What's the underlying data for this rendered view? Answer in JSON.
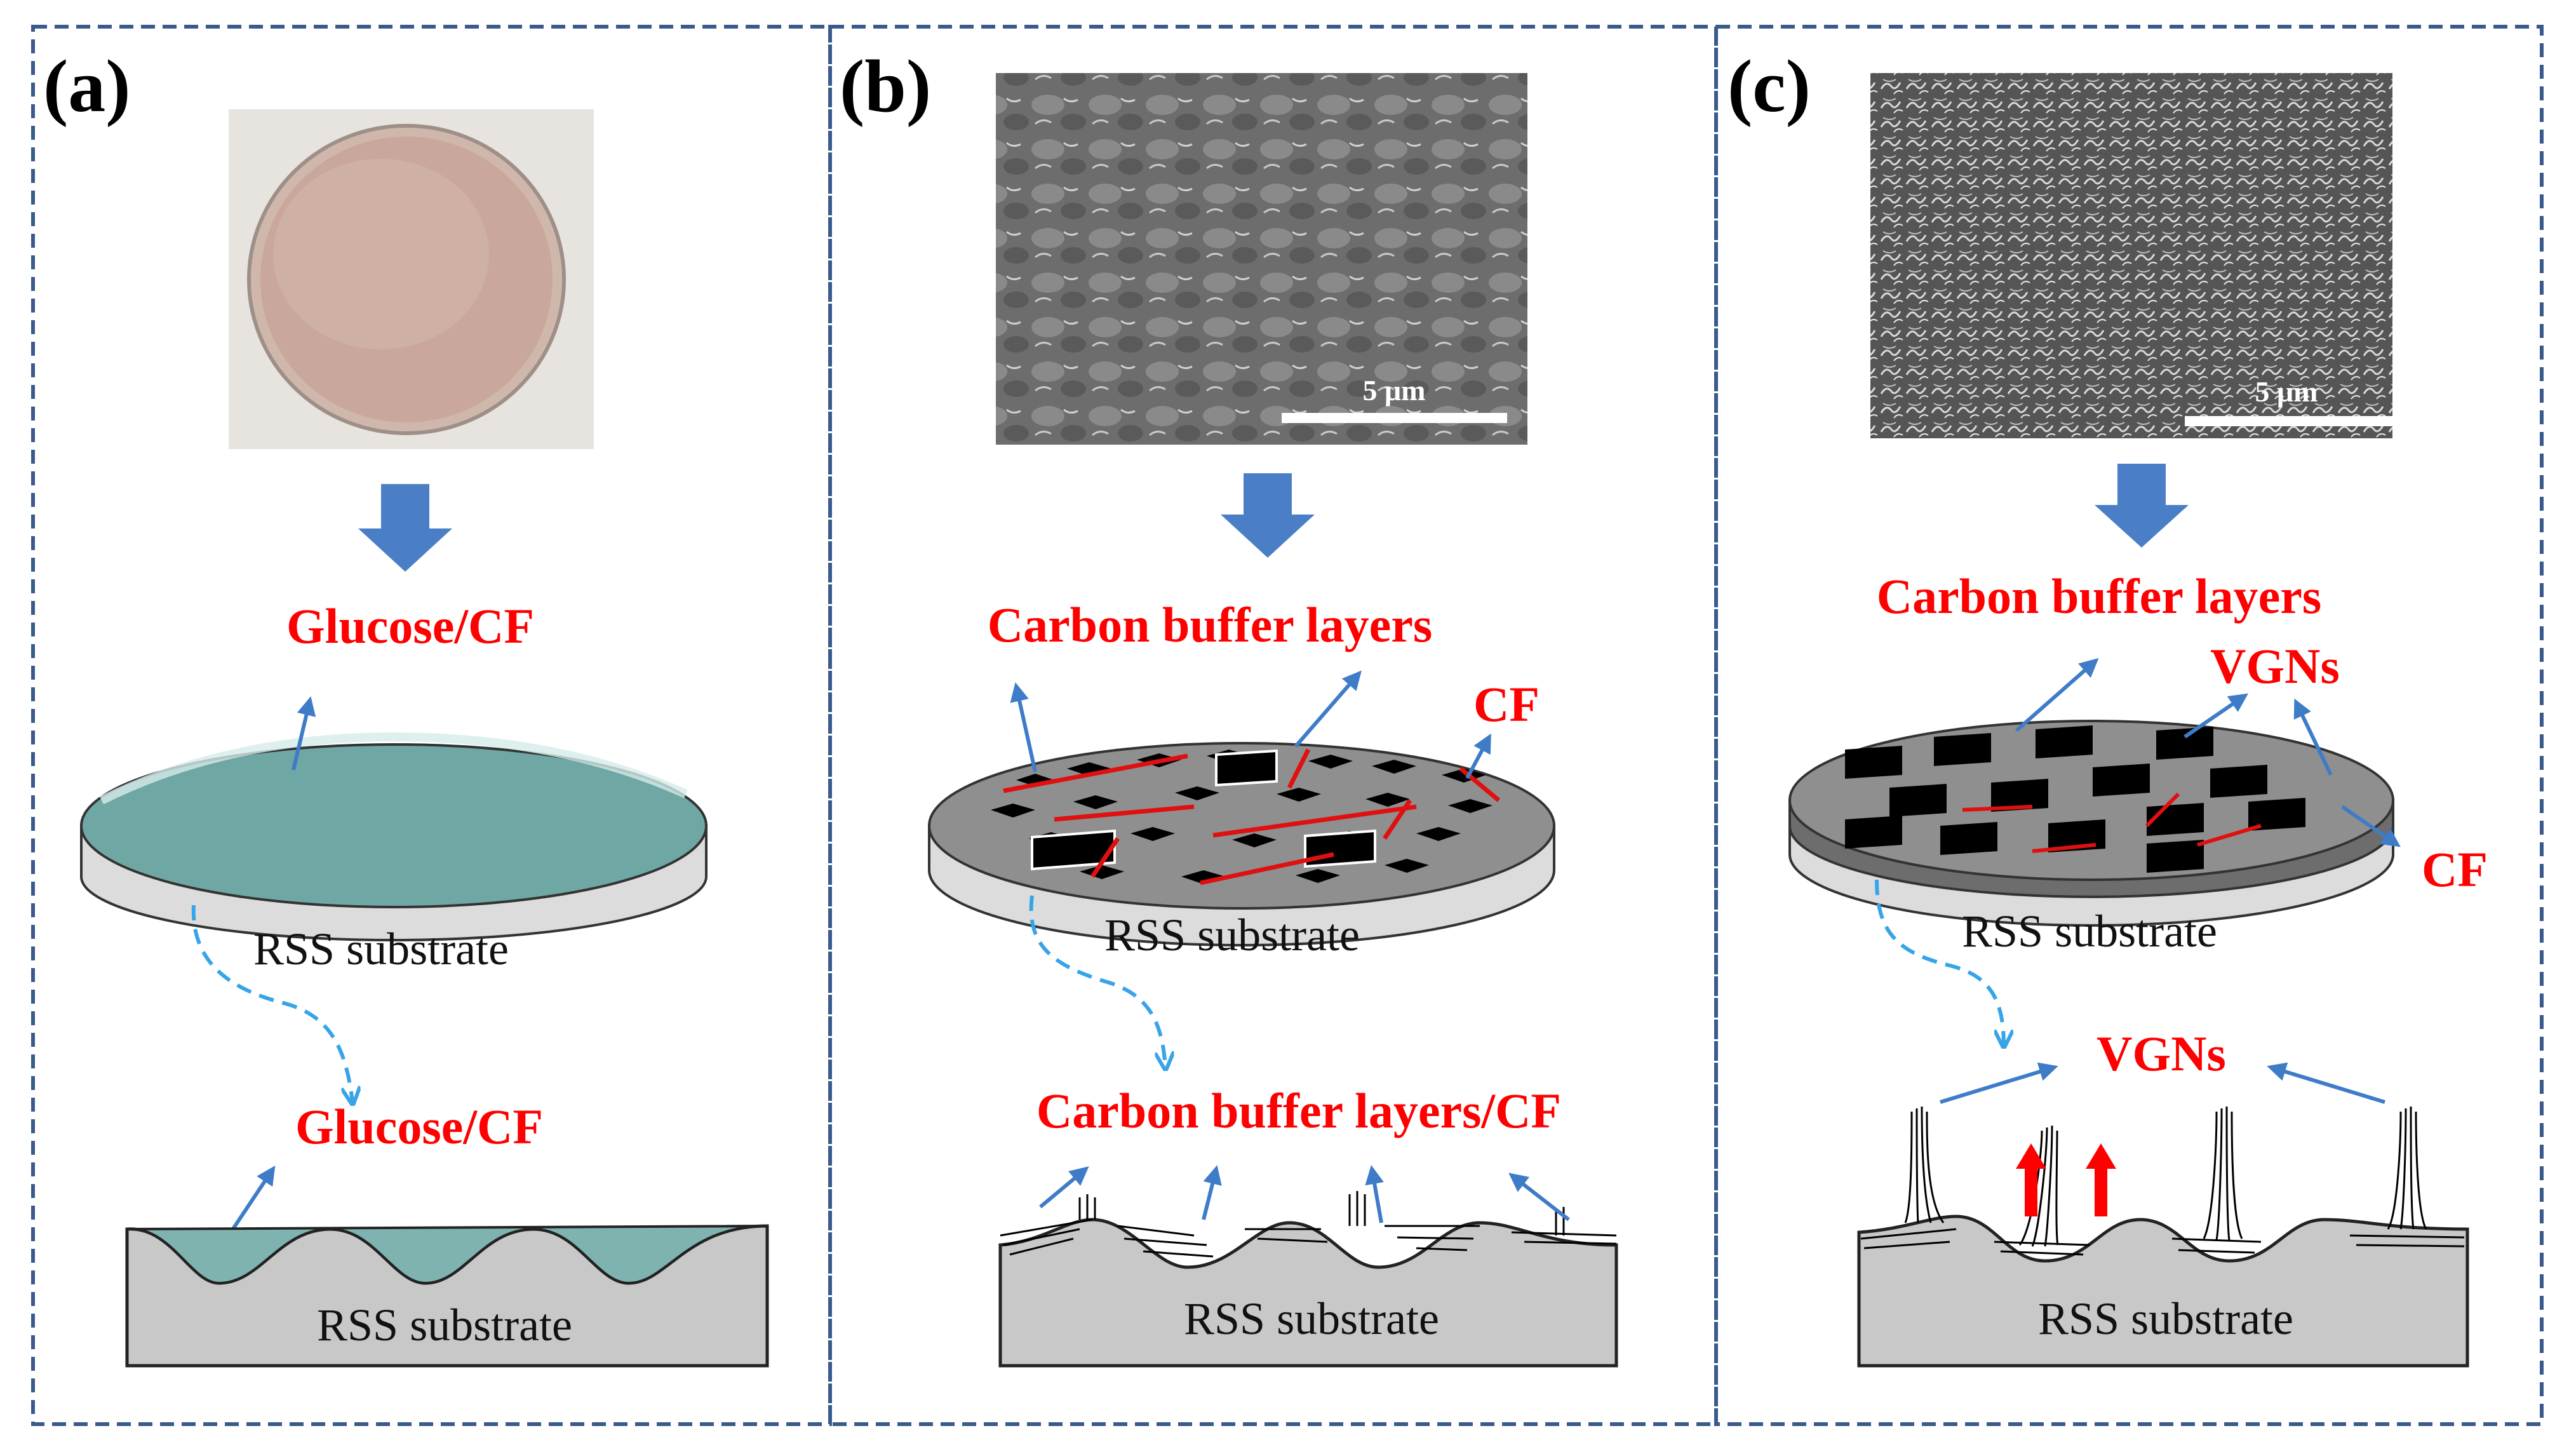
{
  "panels": {
    "a": {
      "letter": "(a)",
      "disk_label": "Glucose/CF",
      "disk_substrate": "RSS substrate",
      "section_label": "Glucose/CF",
      "section_substrate": "RSS substrate"
    },
    "b": {
      "letter": "(b)",
      "scale_bar": "5 μm",
      "disk_label": "Carbon buffer layers",
      "disk_label_2": "CF",
      "disk_substrate": "RSS substrate",
      "section_label": "Carbon buffer layers/CF",
      "section_substrate": "RSS substrate"
    },
    "c": {
      "letter": "(c)",
      "scale_bar": "5 μm",
      "disk_label": "Carbon buffer layers",
      "disk_label_2": "VGNs",
      "disk_label_3": "CF",
      "disk_substrate": "RSS substrate",
      "section_label": "VGNs",
      "section_substrate": "RSS substrate"
    }
  },
  "colors": {
    "frame_dash": "#3a5a8c",
    "label_red": "#ff0000",
    "arrow_blue": "#3f7cc8",
    "dashed_arrow": "#38a4e8",
    "liquid": "#6fa7a4",
    "substrate": "#c8c8c8"
  }
}
